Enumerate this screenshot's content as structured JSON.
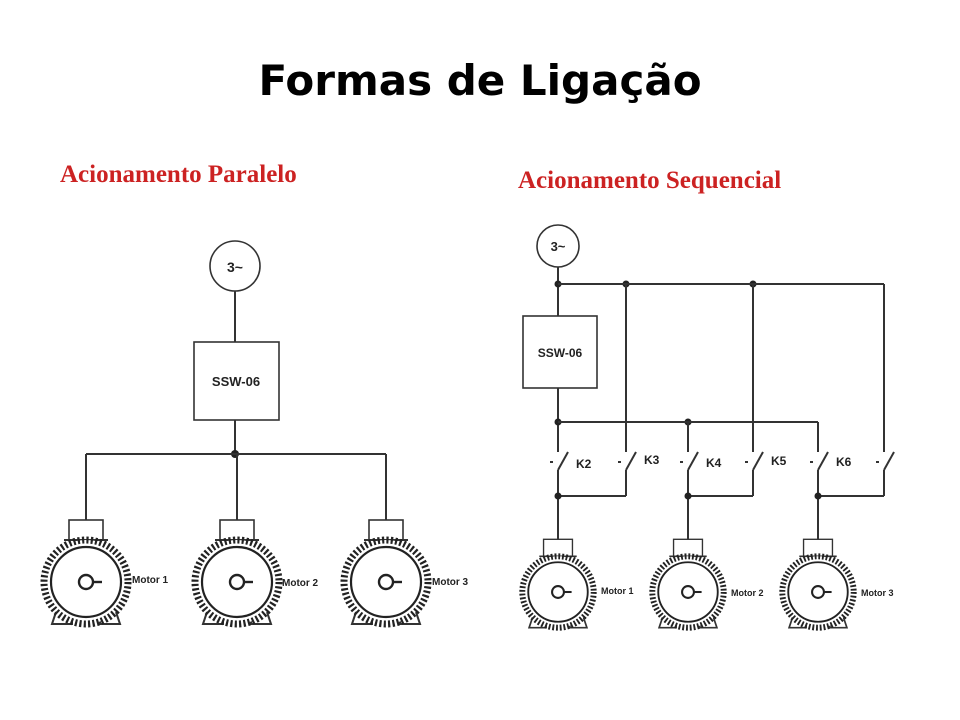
{
  "slide": {
    "title": "Formas de Ligação"
  },
  "parallel": {
    "heading": "Acionamento Paralelo",
    "source": "3~",
    "starter": "SSW-06",
    "motors": [
      "Motor 1",
      "Motor 2",
      "Motor 3"
    ]
  },
  "sequential": {
    "heading": "Acionamento Sequencial",
    "source": "3~",
    "starter": "SSW-06",
    "contactors": [
      "K2",
      "K3",
      "K4",
      "K5",
      "K6"
    ],
    "motors": [
      "Motor 1",
      "Motor 2",
      "Motor 3"
    ]
  },
  "colors": {
    "heading": "#cc2222",
    "line": "#333333"
  }
}
